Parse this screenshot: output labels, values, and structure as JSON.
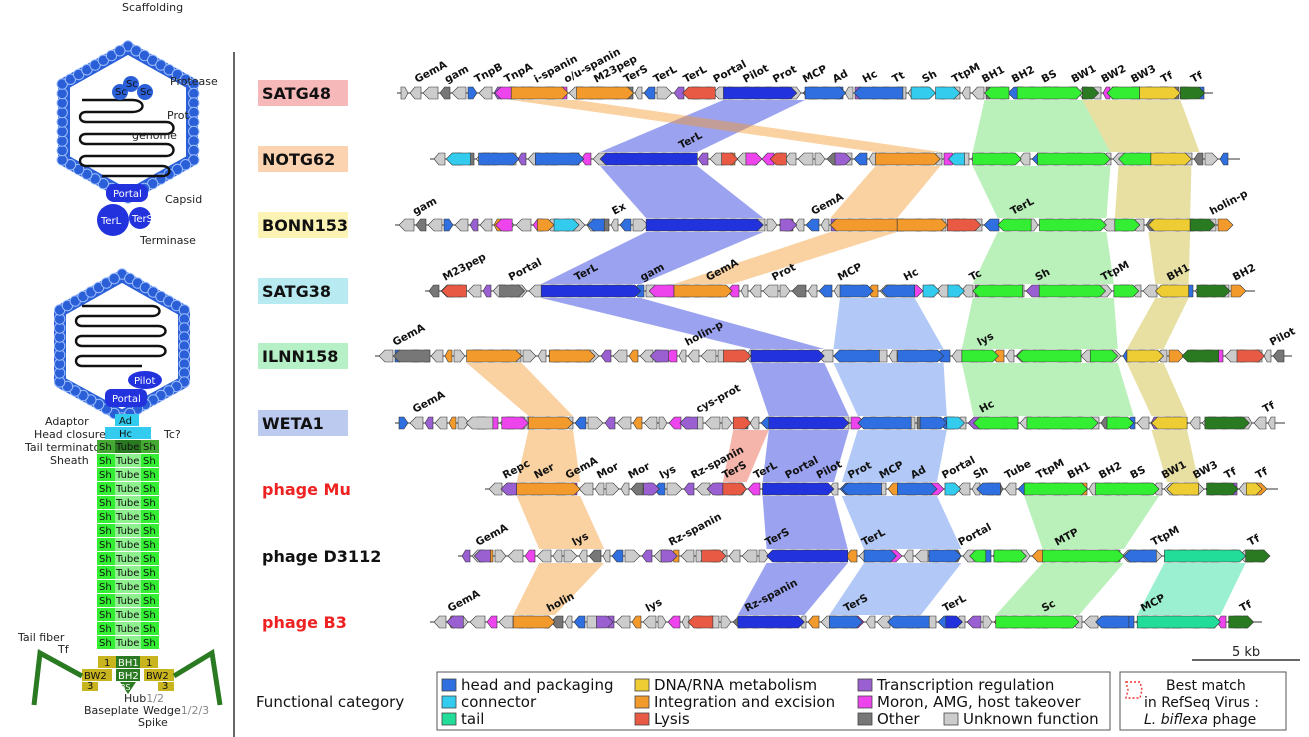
{
  "colors": {
    "head": "#2f6fe0",
    "connector": "#33ccee",
    "tail": "#22dd99",
    "dna": "#eecc33",
    "integration": "#f39a2d",
    "lysis": "#e85a44",
    "transcription": "#9a5fd0",
    "moron": "#ee44ee",
    "other": "#777777",
    "unknown": "#cccccc",
    "tube": "#33ee33",
    "portal": "#2233dd",
    "baseplate": "#c8b41e",
    "fiber": "#2a7a22",
    "sheath_dark": "#44aa33"
  },
  "left": {
    "head_labels": {
      "scaffolding": "Scaffolding",
      "protease": "Protease",
      "sc": "Sc",
      "prot": "Prot",
      "genome": "genome",
      "portal": "Portal",
      "capsid": "Capsid",
      "terl": "TerL",
      "ters": "TerS",
      "terminase": "Terminase"
    },
    "tail_labels": {
      "pilot": "Pilot",
      "portal": "Portal",
      "adaptor": "Adaptor",
      "ad": "Ad",
      "head_closure": "Head closure",
      "hc": "Hc",
      "tc": "Tc?",
      "tail_terminator": "Tail terminator",
      "tt": "Tt",
      "sheath": "Sheath",
      "sh": "Sh",
      "tube": "Tube",
      "tail_fiber": "Tail fiber",
      "tf": "Tf",
      "bw2": "BW2",
      "bh1": "BH1",
      "bh2": "BH2",
      "one": "1",
      "three": "3",
      "bs": "BS",
      "hub": "Hub",
      "hub_num": "1/2",
      "baseplate": "Baseplate",
      "wedge": "Wedge",
      "wedge_num": "1/2/3",
      "spike": "Spike"
    }
  },
  "phages": [
    {
      "name": "SATG48",
      "bg": "#f6b8b8",
      "color": "#111111"
    },
    {
      "name": "NOTG62",
      "bg": "#fbd3b0",
      "color": "#111111"
    },
    {
      "name": "BONN153",
      "bg": "#fbf3b4",
      "color": "#111111"
    },
    {
      "name": "SATG38",
      "bg": "#b8eaf2",
      "color": "#111111"
    },
    {
      "name": "ILNN158",
      "bg": "#b6f0c6",
      "color": "#111111"
    },
    {
      "name": "WETA1",
      "bg": "#bccaf0",
      "color": "#111111"
    },
    {
      "name": "phage Mu",
      "bg": "none",
      "color": "#ee2222"
    },
    {
      "name": "phage D3112",
      "bg": "none",
      "color": "#111111"
    },
    {
      "name": "phage B3",
      "bg": "none",
      "color": "#ee2222"
    }
  ],
  "gene_labels": [
    [
      "GemA",
      "gam",
      "TnpB",
      "TnpA",
      "i-spanin",
      "o/u-spanin",
      "M23pep",
      "TerS",
      "TerL",
      "TerL",
      "Portal",
      "Pilot",
      "Prot",
      "MCP",
      "Ad",
      "Hc",
      "Tt",
      "Sh",
      "TtpM",
      "BH1",
      "BH2",
      "BS",
      "BW1",
      "BW2",
      "BW3",
      "Tf",
      "Tf"
    ],
    [
      "TerL"
    ],
    [
      "gam",
      "Ex",
      "GemA",
      "TerL",
      "holin-p"
    ],
    [
      "M23pep",
      "Portal",
      "TerL",
      "gam",
      "GemA",
      "Prot",
      "MCP",
      "Hc",
      "Tc",
      "Sh",
      "TtpM",
      "BH1",
      "BH2"
    ],
    [
      "GemA",
      "holin-p",
      "lys",
      "Pilot"
    ],
    [
      "GemA",
      "cys-prot",
      "Hc",
      "Tf"
    ],
    [
      "Repc",
      "Ner",
      "GemA",
      "Mor",
      "Mor",
      "lys",
      "Rz-spanin",
      "TerS",
      "TerL",
      "Portal",
      "Pilot",
      "Prot",
      "MCP",
      "Ad",
      "Portal",
      "Sh",
      "Tube",
      "TtpM",
      "BH1",
      "BH2",
      "BS",
      "BW1",
      "BW3",
      "Tf",
      "Tf"
    ],
    [
      "GemA",
      "lys",
      "Rz-spanin",
      "TerS",
      "TerL",
      "Portal",
      "MTP",
      "TtpM",
      "Tf"
    ],
    [
      "GemA",
      "holin",
      "lys",
      "Rz-spanin",
      "TerS",
      "TerL",
      "Sc",
      "MCP",
      "Tf"
    ]
  ],
  "scale_bar": "5 kb",
  "legend": {
    "title": "Functional category",
    "items": [
      {
        "label": "head and packaging",
        "color": "#2f6fe0"
      },
      {
        "label": "connector",
        "color": "#33ccee"
      },
      {
        "label": "tail",
        "color": "#22dd99"
      },
      {
        "label": "DNA/RNA metabolism",
        "color": "#eecc33"
      },
      {
        "label": "Integration and excision",
        "color": "#f39a2d"
      },
      {
        "label": "Lysis",
        "color": "#e85a44"
      },
      {
        "label": "Transcription regulation",
        "color": "#9a5fd0"
      },
      {
        "label": "Moron, AMG, host takeover",
        "color": "#ee44ee"
      },
      {
        "label": "Other",
        "color": "#777777"
      },
      {
        "label": "Unknown function",
        "color": "#cccccc"
      }
    ],
    "best_match": [
      "Best match",
      "in RefSeq Virus :",
      "L. biflexa",
      "phage"
    ]
  }
}
